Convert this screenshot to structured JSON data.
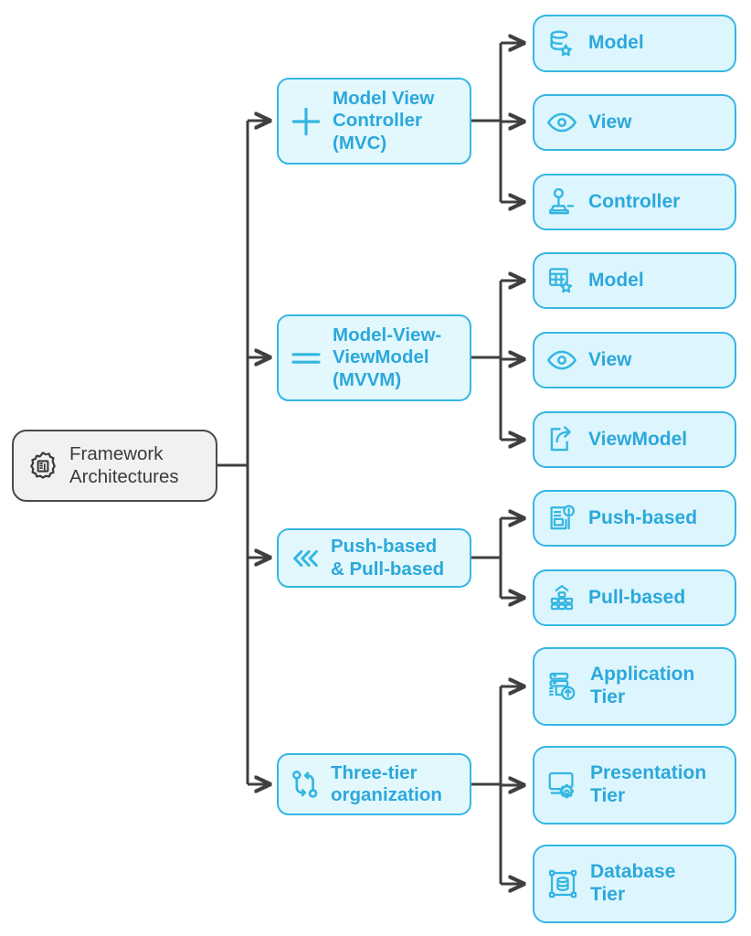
{
  "diagram": {
    "type": "mindmap-tree",
    "title": "Framework Architectures",
    "colors": {
      "accent": "#2ca8dc",
      "node_border": "#35b6e2",
      "node_fill": "#ddf6fd",
      "branch_fill": "#e2f8fd",
      "root_fill": "#f1f1f1",
      "root_border": "#4a4a4a",
      "root_text": "#3b3b3b",
      "connector": "#3f3f3f",
      "background": "#ffffff"
    }
  },
  "root": {
    "label": "Framework\nArchitectures",
    "icon": "gear-building-icon"
  },
  "branches": [
    {
      "id": "mvc",
      "label": "Model View\nController\n(MVC)",
      "icon": "plus-crosshair-icon",
      "children": [
        {
          "id": "mvc-model",
          "label": "Model",
          "icon": "database-star-icon"
        },
        {
          "id": "mvc-view",
          "label": "View",
          "icon": "eye-icon"
        },
        {
          "id": "mvc-controller",
          "label": "Controller",
          "icon": "joystick-icon"
        }
      ]
    },
    {
      "id": "mvvm",
      "label": "Model-View-\nViewModel\n(MVVM)",
      "icon": "equals-lines-icon",
      "children": [
        {
          "id": "mvvm-model",
          "label": "Model",
          "icon": "table-star-icon"
        },
        {
          "id": "mvvm-view",
          "label": "View",
          "icon": "eye-icon"
        },
        {
          "id": "mvvm-viewmodel",
          "label": "ViewModel",
          "icon": "share-arrow-icon"
        }
      ]
    },
    {
      "id": "push-pull",
      "label": "Push-based\n& Pull-based",
      "icon": "triple-chevron-left-icon",
      "children": [
        {
          "id": "push-based",
          "label": "Push-based",
          "icon": "document-alert-icon"
        },
        {
          "id": "pull-based",
          "label": "Pull-based",
          "icon": "dot-grid-pyramid-icon"
        }
      ]
    },
    {
      "id": "three-tier",
      "label": "Three-tier\norganization",
      "icon": "branch-fork-icon",
      "children": [
        {
          "id": "application-tier",
          "label": "Application\nTier",
          "icon": "server-upload-icon"
        },
        {
          "id": "presentation-tier",
          "label": "Presentation\nTier",
          "icon": "monitor-gear-icon"
        },
        {
          "id": "database-tier",
          "label": "Database\nTier",
          "icon": "database-network-icon"
        }
      ]
    }
  ]
}
